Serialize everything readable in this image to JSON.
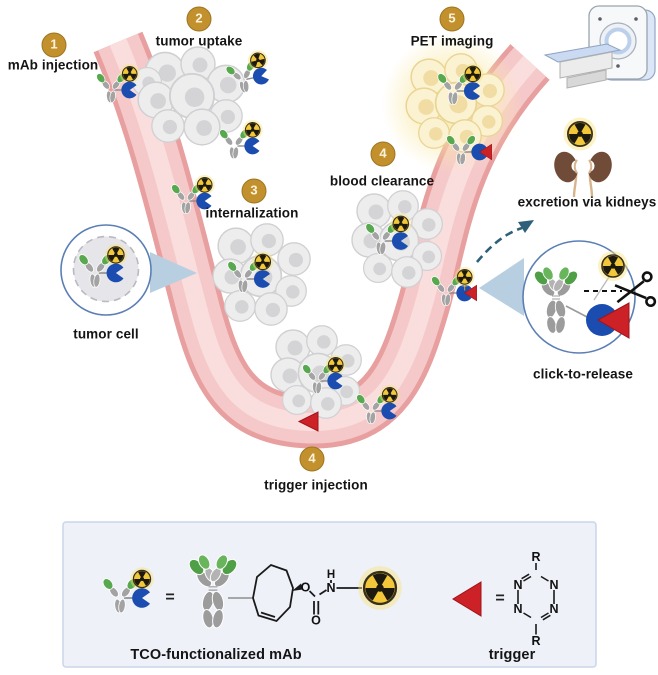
{
  "steps": [
    {
      "num": "1",
      "label": "mAb injection"
    },
    {
      "num": "2",
      "label": "tumor uptake"
    },
    {
      "num": "3",
      "label": "internalization"
    },
    {
      "num": "4",
      "label": "blood clearance"
    },
    {
      "num": "5",
      "label": "PET imaging"
    },
    {
      "num": "4",
      "label": "trigger injection"
    }
  ],
  "callouts": {
    "tumor_cell": "tumor cell",
    "click_to_release": "click-to-release",
    "excretion": "excretion via kidneys"
  },
  "legend": {
    "mab_label": "TCO-functionalized mAb",
    "trigger_label": "trigger",
    "equals_mab": "=",
    "equals_trigger": "=",
    "atoms": {
      "ester_o": "O",
      "carbonyl_o": "O",
      "amide_h": "H",
      "amide_n": "N",
      "tz_n_tl": "N",
      "tz_n_tr": "N",
      "tz_n_bl": "N",
      "tz_n_br": "N",
      "tz_r_top": "R",
      "tz_r_bottom": "R"
    }
  },
  "colors": {
    "step_badge": "#c2912e",
    "vessel_edge": "#e89f9f",
    "vessel_fill": "#f5c9c9",
    "vessel_highlight": "#fadddd",
    "antibody_gray": "#9c9c9c",
    "antibody_green": "#57a84e",
    "tco_blue": "#1b4db0",
    "radiation_yellow": "#f3c73a",
    "trigger_red": "#cc2127",
    "tumor_cell_gray": "#ededee",
    "pet_cell_yellow": "#fbf2d2",
    "kidney_brown": "#6f4b38",
    "inset_ring_blue": "#5b7fb5",
    "wedge_blue": "#b8cfe2",
    "arrow_teal": "#2e6079",
    "legend_bg": "#eef1f8",
    "legend_border": "#c9d6ea"
  }
}
